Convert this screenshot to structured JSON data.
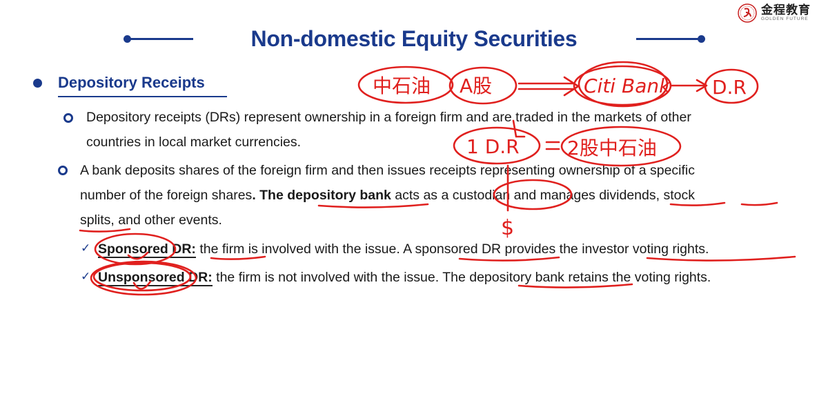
{
  "logo": {
    "chinese_name": "金程教育",
    "english_name": "GOLDEN FUTURE",
    "registered": "®"
  },
  "title": "Non-domestic Equity Securities",
  "section": {
    "heading": "Depository Receipts",
    "points": [
      {
        "line1": "Depository receipts (DRs) represent ownership in a foreign firm and are traded in the markets of other",
        "line2": "countries in local market currencies."
      },
      {
        "line1": "A bank deposits shares of the foreign firm and then issues receipts representing ownership of a specific",
        "line2_a": "number of the foreign shares",
        "line2_b": ". The depository bank",
        "line2_c": " acts as a custodian and manages dividends, stock",
        "line3": "splits, and other events."
      }
    ],
    "subpoints": [
      {
        "check": "✓",
        "term": "Sponsored DR:",
        "text": " the firm is involved with the issue. A sponsored DR provides the investor voting rights."
      },
      {
        "check": "✓",
        "term": "Unsponsored DR:",
        "text": " the firm is not involved with the issue. The depository bank retains the voting rights."
      }
    ]
  },
  "annotations": {
    "circle1": "中石油",
    "circle2": "A股",
    "circle3": "Citi Bank",
    "circle4": "D.R",
    "eq_left": "1 D.R",
    "eq_right": "2股中石油",
    "dollar": "$"
  },
  "colors": {
    "title_blue": "#1a3a8c",
    "ink_red": "#e0201e"
  }
}
